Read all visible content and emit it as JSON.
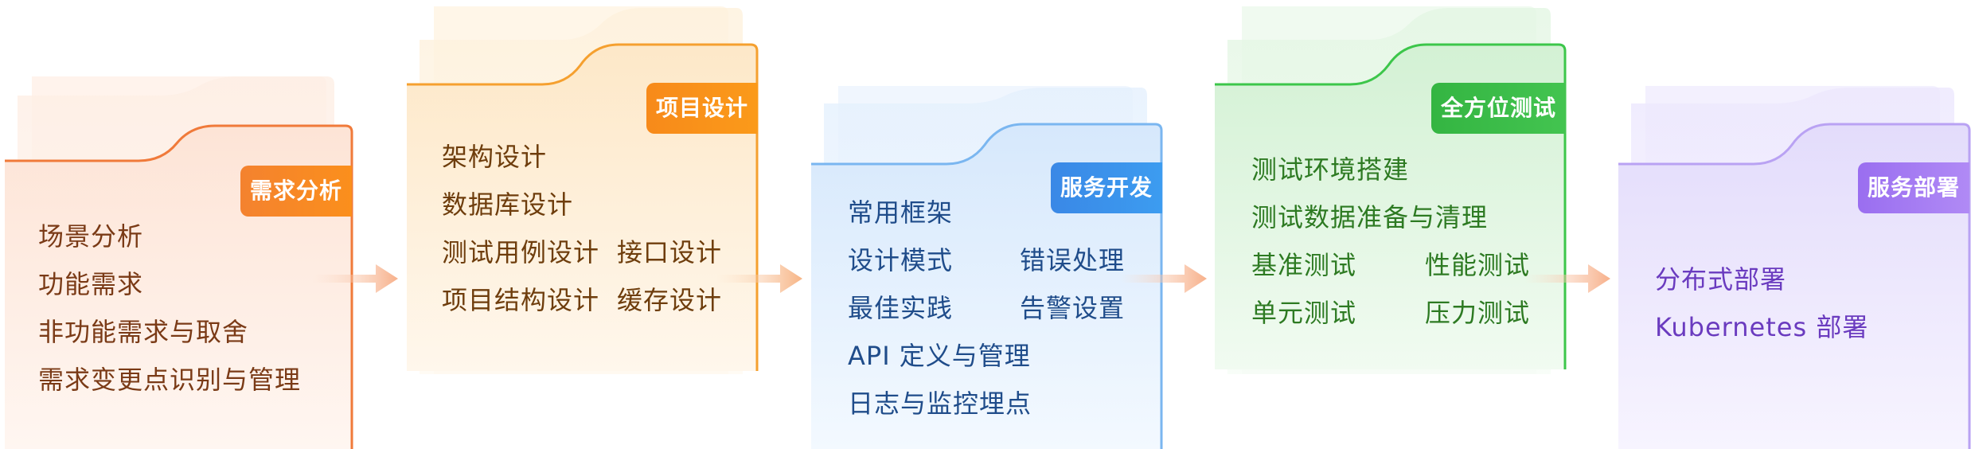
{
  "stages": [
    {
      "title": "需求分析",
      "items": [
        "场景分析",
        "功能需求",
        "非功能需求与取舍",
        "需求变更点识别与管理"
      ]
    },
    {
      "title": "项目设计",
      "items": [
        "架构设计",
        "数据库设计",
        "测试用例设计",
        "接口设计",
        "项目结构设计",
        "缓存设计"
      ]
    },
    {
      "title": "服务开发",
      "items": [
        "常用框架",
        "设计模式",
        "错误处理",
        "最佳实践",
        "告警设置",
        "API 定义与管理",
        "日志与监控埋点"
      ]
    },
    {
      "title": "全方位测试",
      "items": [
        "测试环境搭建",
        "测试数据准备与清理",
        "基准测试",
        "性能测试",
        "单元测试",
        "压力测试"
      ]
    },
    {
      "title": "服务部署",
      "items": [
        "分布式部署",
        "Kubernetes 部署"
      ]
    }
  ],
  "colors": {
    "stage1": "#f07a3a",
    "stage2": "#f59a2a",
    "stage3": "#3a8fe8",
    "stage4": "#3cbf4a",
    "stage5": "#9a6ef0",
    "text1": "#7a3a16",
    "text2": "#6e3d0c",
    "text3": "#1f4c8a",
    "text4": "#2d7a22",
    "text5": "#6a3bbf"
  }
}
